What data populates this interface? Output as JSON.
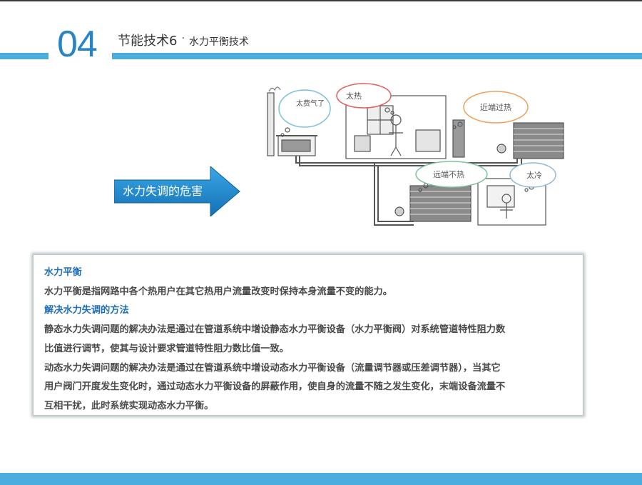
{
  "header": {
    "number": "04",
    "title": "节能技术6",
    "separator": "·",
    "subtitle": "水力平衡技术"
  },
  "illustration": {
    "bubbles": {
      "too_expensive": "太费气了",
      "too_hot": "太热",
      "near_end_overheat": "近端过热",
      "far_end_not_hot": "远端不热",
      "too_cold": "太冷"
    }
  },
  "arrow": {
    "label": "水力失调的危害"
  },
  "content": {
    "heading1": "水力平衡",
    "para1": "水力平衡是指网路中各个热用户在其它热用户流量改变时保持本身流量不变的能力。",
    "heading2": "解决水力失调的方法",
    "para2_line1": "静态水力失调问题的解决办法是通过在管道系统中增设静态水力平衡设备（水力平衡阀）对系统管道特性阻力数",
    "para2_line2": "比值进行调节，使其与设计要求管道特性阻力数比值一致。",
    "para3_line1": "动态水力失调问题的解决办法是通过在管道系统中增设动态水力平衡设备（流量调节器或压差调节器），当其它",
    "para3_line2": "用户阀门开度发生变化时，通过动态水力平衡设备的屏蔽作用，使自身的流量不随之发生变化，末端设备流量不",
    "para3_line3": "互相干扰，此时系统实现动态水力平衡。"
  },
  "colors": {
    "accent_blue": "#4badde",
    "number_blue": "#2a84c4",
    "heading_blue": "#1f6fb5",
    "arrow_blue": "#1a8ad0"
  }
}
